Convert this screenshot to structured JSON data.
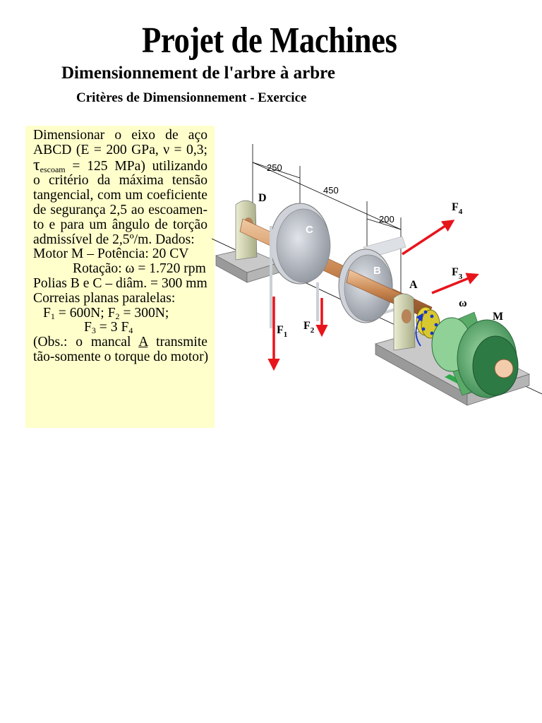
{
  "header": {
    "title": "Projet de Machines",
    "subtitle": "Dimensionnement de l'arbre à arbre",
    "section": "Critères de Dimensionnement - Exercice"
  },
  "problem": {
    "line1": "Dimensionar o eixo de aço",
    "line2": "ABCD (E = 200 GPa, ν = 0,3;",
    "tau_symbol": "τ",
    "tau_sub": "escoam",
    "line3_rest": " = 125 MPa) utilizando",
    "line4": "o critério da máxima tensão",
    "line5": "tangencial, com um coeficiente",
    "line6": "de segurança 2,5 ao escoamen-",
    "line7": "to e para um ângulo de torção",
    "line8": "admissível de 2,5º/m. Dados:",
    "line9": "Motor M – Potência: 20 CV",
    "line10": "Rotação: ω = 1.720 rpm",
    "line11": "Polias B e C – diâm. = 300 mm",
    "line12": "Correias planas paralelas:",
    "f1_pre": "F",
    "f1_sub": "1",
    "f1_val": " = 600N; F",
    "f2_sub": "2",
    "f2_val": " = 300N;",
    "f3_pre": "F",
    "f3_sub": "3",
    "f3_val": " = 3 F",
    "f4_sub": "4",
    "obs1_a": "(Obs.: o mancal ",
    "obs1_b": "A",
    "obs1_c": " transmite",
    "obs2": "tão-somente o torque do motor)"
  },
  "diagram": {
    "dim_250": "250",
    "dim_450": "450",
    "dim_200": "200",
    "label_D": "D",
    "label_C": "C",
    "label_B": "B",
    "label_A": "A",
    "label_M": "M",
    "label_omega": "ω",
    "force_F": "F",
    "f1_sub": "1",
    "f2_sub": "2",
    "f3_sub": "3",
    "f4_sub": "4"
  }
}
